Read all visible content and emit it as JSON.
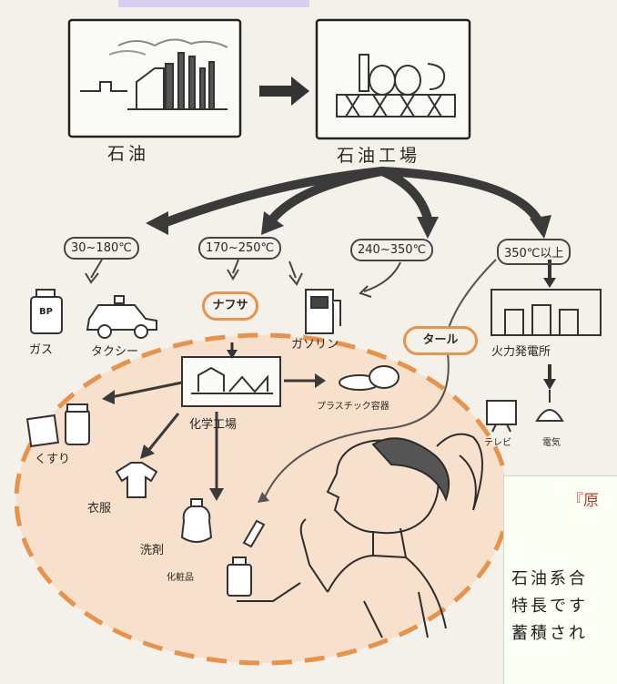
{
  "title_labels": {
    "oil": "石油",
    "refinery": "石油工場"
  },
  "temperatures": [
    "30~180℃",
    "170~250℃",
    "240~350℃",
    "350℃以上"
  ],
  "highlights": {
    "naphtha": "ナフサ",
    "tar": "タール"
  },
  "products": {
    "gas": "ガス",
    "gas_can": "BP",
    "taxi": "タクシー",
    "gasoline": "ガソリン",
    "power_plant": "火力発電所",
    "chemical_plant": "化学工場",
    "plastic": "プラスチック容器",
    "medicine": "くすり",
    "clothes": "衣服",
    "detergent": "洗剤",
    "cosmetics": "化粧品",
    "tv": "テレビ",
    "light": "電気"
  },
  "note": {
    "title": "『原",
    "lines": [
      "石油系合",
      "特長です",
      "蓄積され"
    ]
  },
  "colors": {
    "accent_orange": "#e8924a",
    "circle_fill": "#f7e0cc",
    "ink": "#2a2622"
  }
}
